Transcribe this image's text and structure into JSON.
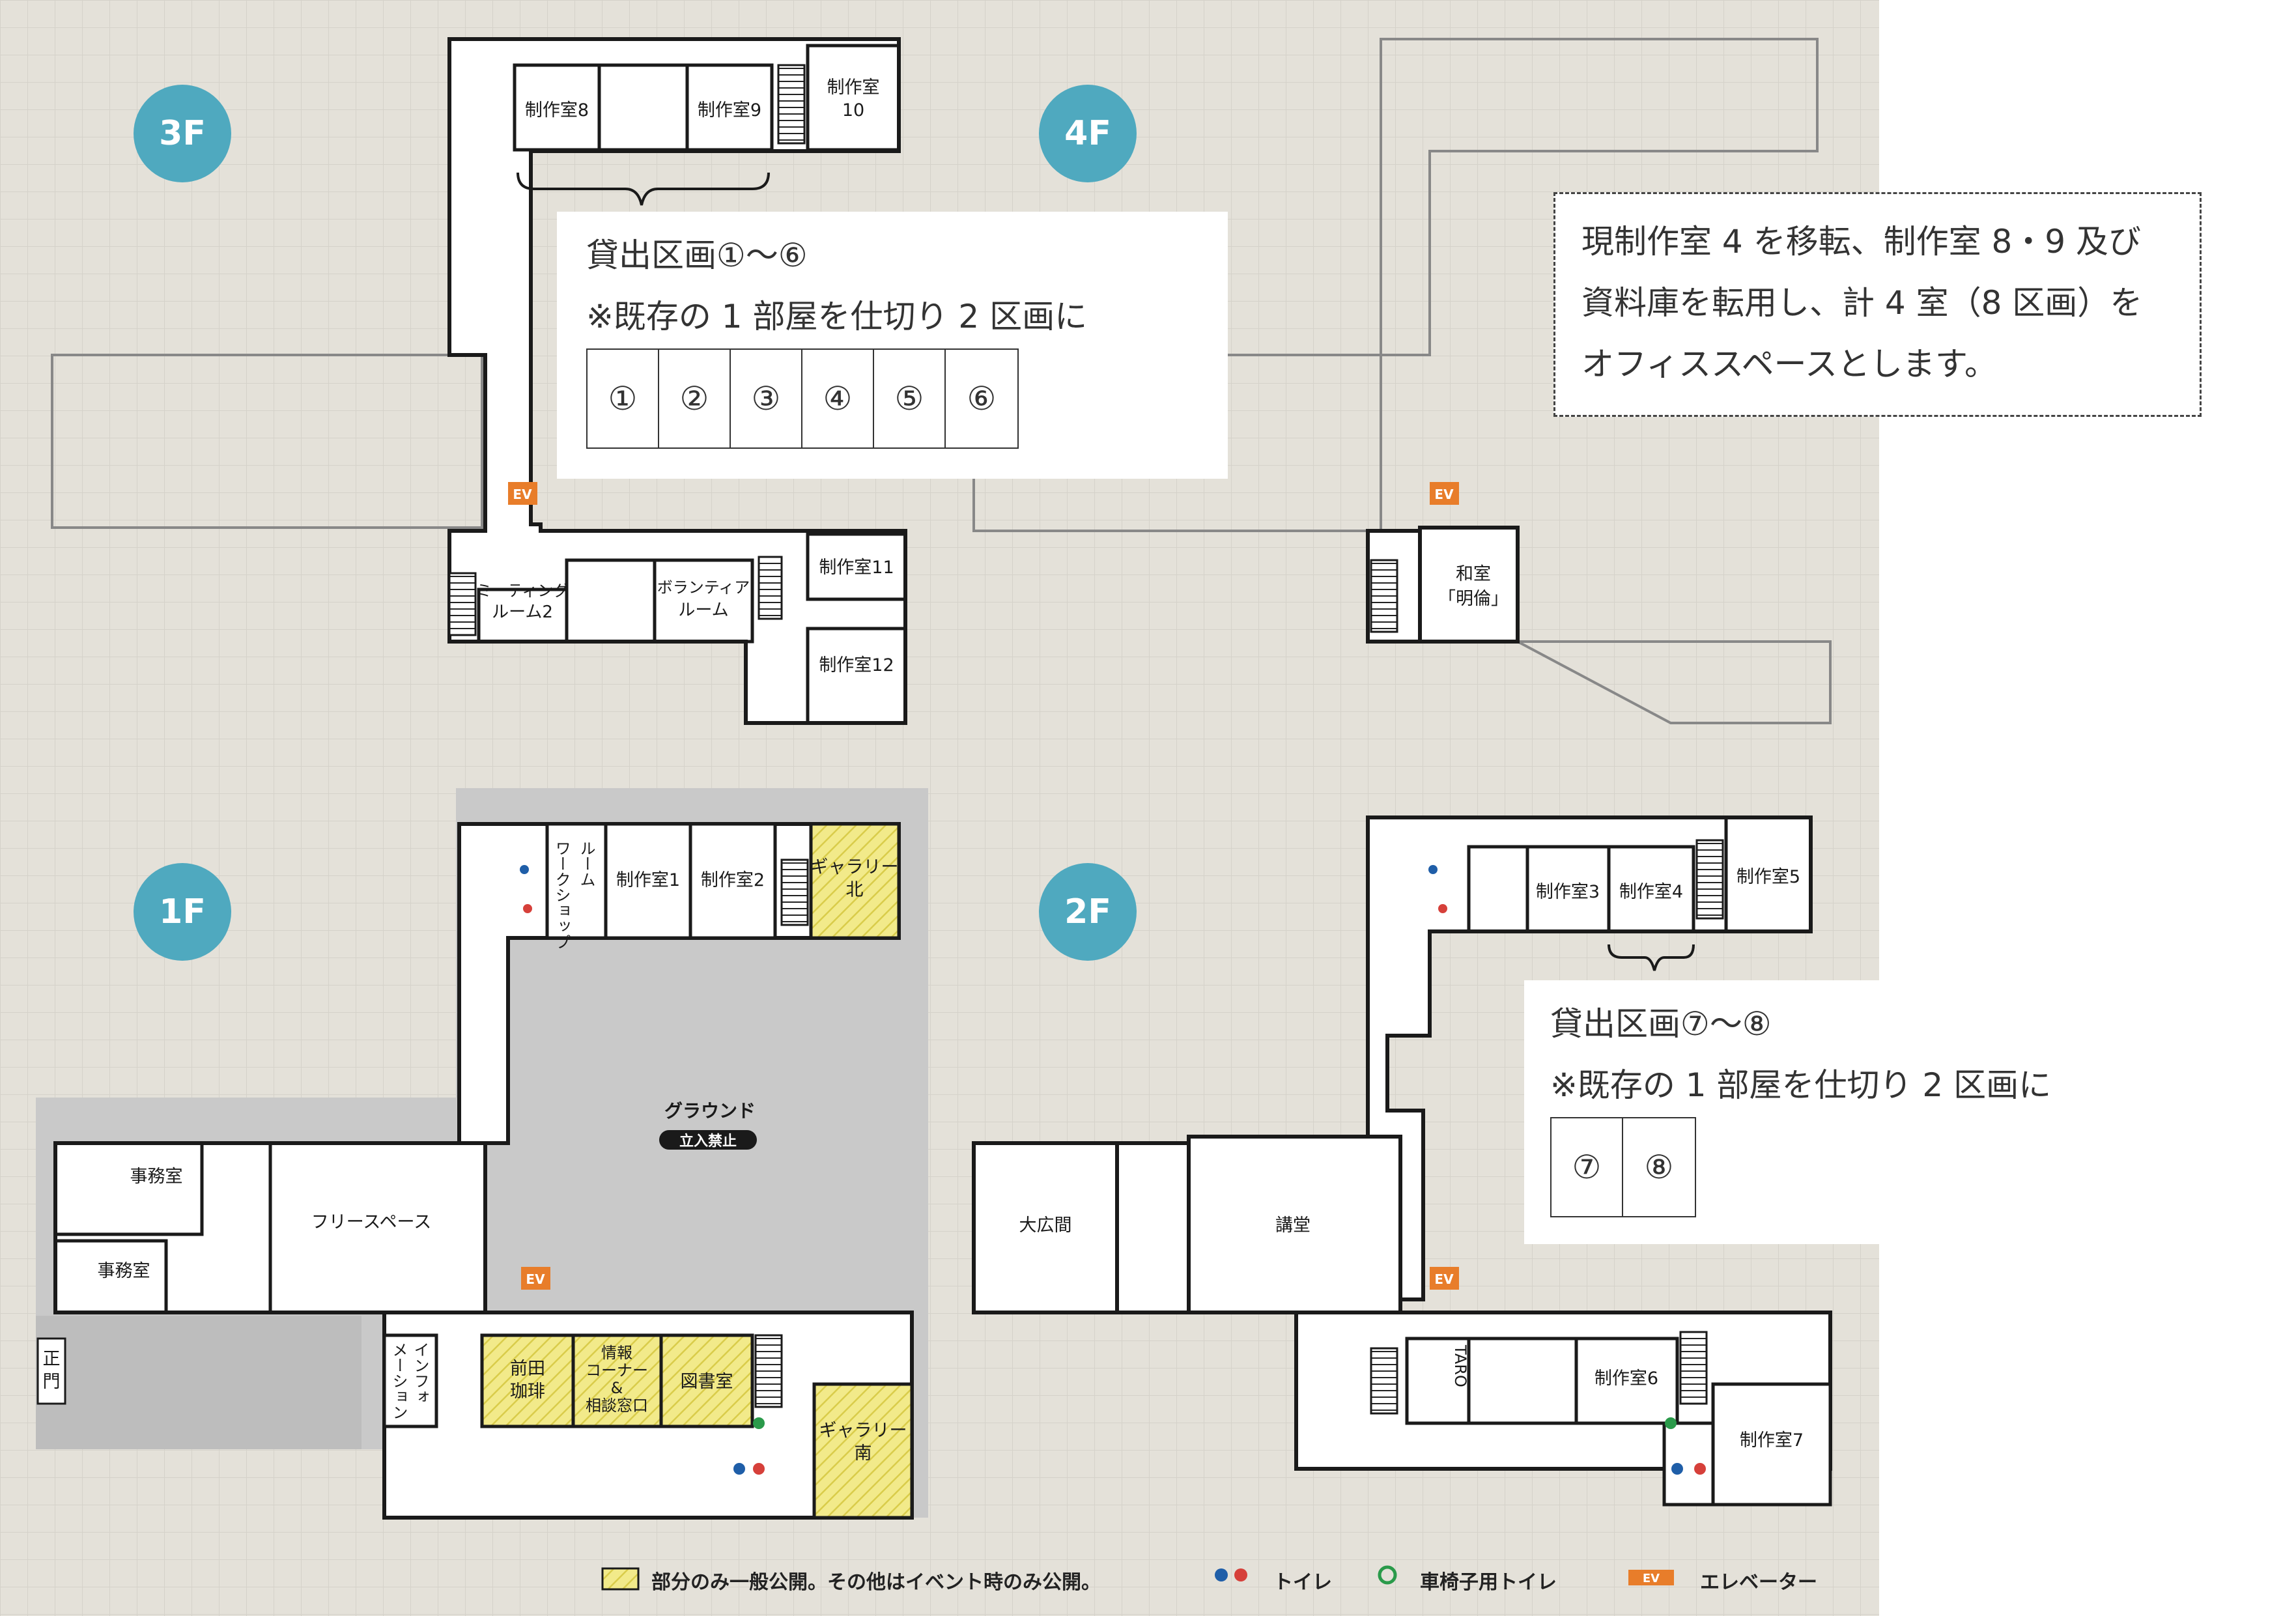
{
  "floors": [
    "3F",
    "4F",
    "1F",
    "2F"
  ],
  "notice_3f": {
    "line1": "貸出区画①〜⑥",
    "line2": "※既存の 1 部屋を仕切り 2 区画に",
    "cells": [
      "①",
      "②",
      "③",
      "④",
      "⑤",
      "⑥"
    ]
  },
  "notice_2f": {
    "line1": "貸出区画⑦〜⑧",
    "line2": "※既存の 1 部屋を仕切り 2 区画に",
    "cells": [
      "⑦",
      "⑧"
    ]
  },
  "notice_4f": {
    "line1": "現制作室 4 を移転、制作室 8・9 及び",
    "line2": "資料庫を転用し、計 4 室（8 区画）を",
    "line3": "オフィススペースとします。"
  },
  "rooms_3f": {
    "seisaku8": "制作室8",
    "seisaku9": "制作室9",
    "seisaku10_a": "制作室",
    "seisaku10_b": "10",
    "meeting2_a": "ミーティング",
    "meeting2_b": "ルーム2",
    "volunteer_a": "ボランティア",
    "volunteer_b": "ルーム",
    "seisaku11": "制作室11",
    "seisaku12": "制作室12"
  },
  "rooms_4f": {
    "washitsu_a": "和室",
    "washitsu_b": "「明倫」"
  },
  "rooms_1f": {
    "workshop_a": "ワークショップ",
    "workshop_b": "ルーム",
    "seisaku1": "制作室1",
    "seisaku2": "制作室2",
    "gallery_north_a": "ギャラリー",
    "gallery_north_b": "北",
    "ground": "グラウンド",
    "no_entry": "立入禁止",
    "jimu1": "事務室",
    "jimu2": "事務室",
    "free_space": "フリースペース",
    "main_gate_a": "正",
    "main_gate_b": "門",
    "info_a": "インフォ",
    "info_b": "メーション",
    "maeda_a": "前田",
    "maeda_b": "珈琲",
    "jouhou_a": "情報",
    "jouhou_b": "コーナー",
    "jouhou_c": "&",
    "jouhou_d": "相談窓口",
    "library": "図書室",
    "gallery_south_a": "ギャラリー",
    "gallery_south_b": "南"
  },
  "rooms_2f": {
    "seisaku3": "制作室3",
    "seisaku4": "制作室4",
    "seisaku5": "制作室5",
    "daihiroma": "大広間",
    "koudou": "講堂",
    "taro": "TARO",
    "seisaku6": "制作室6",
    "seisaku7": "制作室7"
  },
  "ev_label": "EV",
  "legend": {
    "partial_public": "部分のみ一般公開。その他はイベント時のみ公開。",
    "toilet": "トイレ",
    "wheelchair_toilet": "車椅子用トイレ",
    "ev": "EV",
    "elevator": "エレベーター"
  },
  "colors": {
    "background": "#e4e1d9",
    "outdoor_area": "#c9c9c9",
    "room_fill": "#ffffff",
    "wall": "#1a1a1a",
    "floor_badge": "#4fa9bf",
    "partial_public_fill": "#f2ea8a",
    "elevator": "#e87d2a",
    "door_mark": "#d6403a",
    "toilet_male": "#1f5ea8",
    "toilet_female": "#d6403a",
    "wheelchair": "#2a9a4a"
  }
}
